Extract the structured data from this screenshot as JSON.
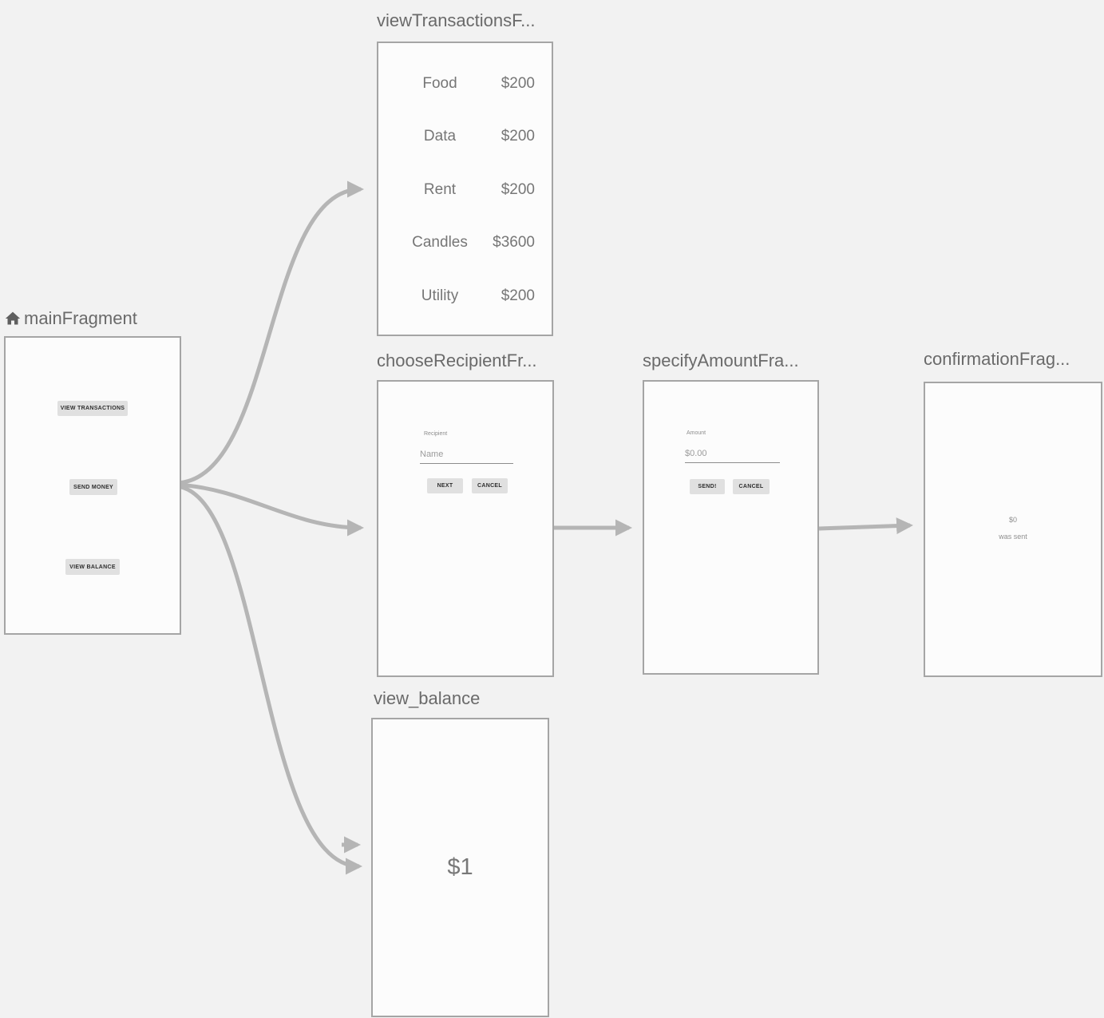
{
  "editor": {
    "background": "#f2f2f2",
    "card_background": "#fcfcfc",
    "card_border": "#a5a5a5",
    "arrow_color": "#b5b5b5",
    "title_color": "#6a6a6a"
  },
  "fragments": {
    "main": {
      "title": "mainFragment",
      "buttons": {
        "view_transactions": "VIEW TRANSACTIONS",
        "send_money": "SEND MONEY",
        "view_balance": "VIEW BALANCE"
      }
    },
    "view_transactions": {
      "title": "viewTransactionsF...",
      "rows": [
        {
          "name": "Food",
          "amount": "$200"
        },
        {
          "name": "Data",
          "amount": "$200"
        },
        {
          "name": "Rent",
          "amount": "$200"
        },
        {
          "name": "Candles",
          "amount": "$3600"
        },
        {
          "name": "Utility",
          "amount": "$200"
        }
      ]
    },
    "choose_recipient": {
      "title": "chooseRecipientFr...",
      "field_label": "Recipient",
      "input_placeholder": "Name",
      "next_button": "NEXT",
      "cancel_button": "CANCEL"
    },
    "specify_amount": {
      "title": "specifyAmountFra...",
      "field_label": "Amount",
      "input_placeholder": "$0.00",
      "send_button": "SEND!",
      "cancel_button": "CANCEL"
    },
    "confirmation": {
      "title": "confirmationFrag...",
      "amount": "$0",
      "message": "was sent"
    },
    "view_balance": {
      "title": "view_balance",
      "balance": "$1"
    }
  }
}
